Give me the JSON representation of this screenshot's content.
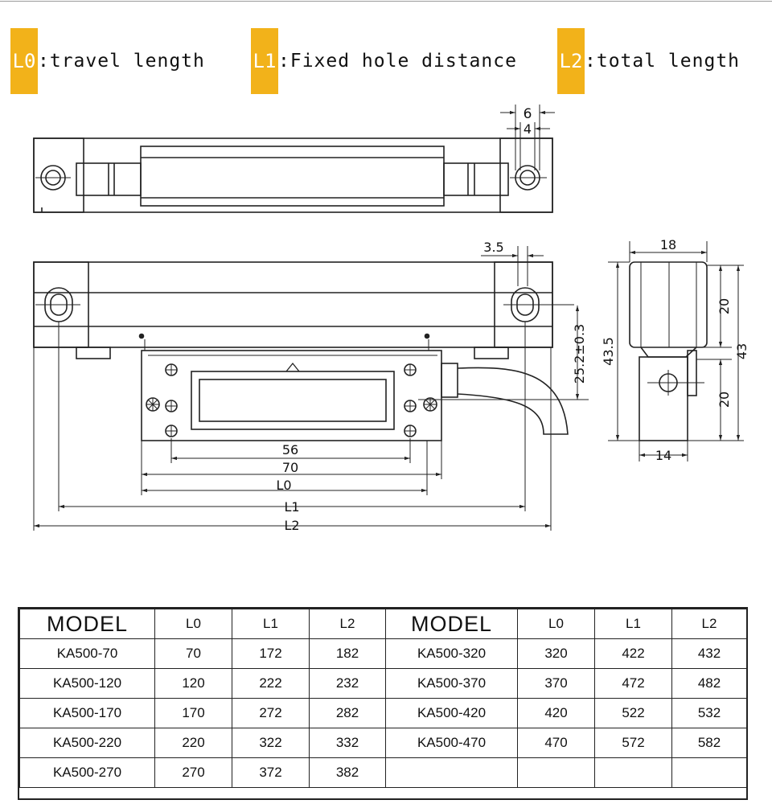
{
  "legend": [
    {
      "code": "L0",
      "text": ":travel length"
    },
    {
      "code": "L1",
      "text": ":Fixed hole distance"
    },
    {
      "code": "L2",
      "text": ":total length"
    }
  ],
  "colors": {
    "badge": "#f2b21a",
    "line": "#222222"
  },
  "dimensions": {
    "top_6": "6",
    "top_4": "4",
    "front_3_5": "3.5",
    "front_25_2": "25.2±0.3",
    "front_56": "56",
    "front_70": "70",
    "front_L0": "L0",
    "front_L1": "L1",
    "front_L2": "L2",
    "side_18": "18",
    "side_43_5": "43.5",
    "side_20_top": "20",
    "side_43": "43",
    "side_20_bottom": "20",
    "side_14": "14"
  },
  "table": {
    "header": {
      "model": "MODEL",
      "l0": "L0",
      "l1": "L1",
      "l2": "L2"
    },
    "left_rows": [
      {
        "model": "KA500-70",
        "l0": "70",
        "l1": "172",
        "l2": "182"
      },
      {
        "model": "KA500-120",
        "l0": "120",
        "l1": "222",
        "l2": "232"
      },
      {
        "model": "KA500-170",
        "l0": "170",
        "l1": "272",
        "l2": "282"
      },
      {
        "model": "KA500-220",
        "l0": "220",
        "l1": "322",
        "l2": "332"
      },
      {
        "model": "KA500-270",
        "l0": "270",
        "l1": "372",
        "l2": "382"
      }
    ],
    "right_rows": [
      {
        "model": "KA500-320",
        "l0": "320",
        "l1": "422",
        "l2": "432"
      },
      {
        "model": "KA500-370",
        "l0": "370",
        "l1": "472",
        "l2": "482"
      },
      {
        "model": "KA500-420",
        "l0": "420",
        "l1": "522",
        "l2": "532"
      },
      {
        "model": "KA500-470",
        "l0": "470",
        "l1": "572",
        "l2": "582"
      }
    ]
  }
}
